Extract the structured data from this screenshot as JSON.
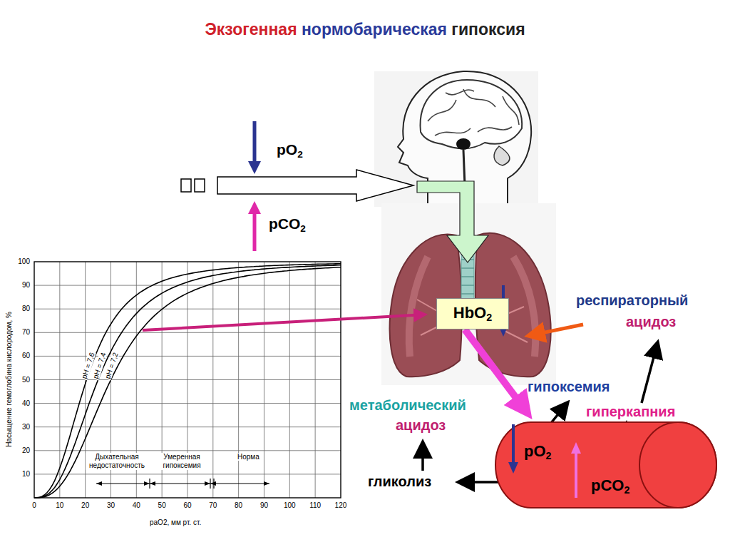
{
  "diagram": {
    "title": "Экзогенная нормобарическая гипоксия",
    "nodes": [
      {
        "text": [
          "HbO2"
        ]
      },
      {
        "text": [
          "pO2",
          "pCO2"
        ]
      }
    ],
    "edges": [
      {
        "from": 0,
        "to": 1,
        "arrow": "to"
      }
    ],
    "labels": [
      "pO2",
      "pCO2",
      "респираторный",
      "ацидоз",
      "гипоксемия",
      "гиперкапния",
      "метаболический",
      "ацидоз",
      "гликолиз",
      "Насыщение гемоглобина кислородом, %",
      "paO2, мм рт. ст.",
      "pH = 7,6",
      "pH = 7,4",
      "pH = 7,2",
      "Дыхательная недостаточность",
      "Умеренная гипоксемия",
      "Норма",
      "100",
      "90",
      "80",
      "70",
      "60",
      "50",
      "40",
      "30",
      "20",
      "10",
      "0",
      "10",
      "20",
      "30",
      "40",
      "50",
      "60",
      "70",
      "80",
      "90",
      "100",
      "110",
      "120"
    ]
  }
}
